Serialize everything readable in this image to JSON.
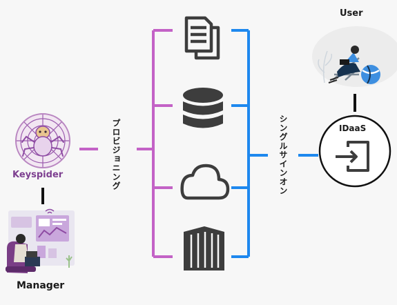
{
  "labels": {
    "user": "User",
    "idaas": "IDaaS",
    "keyspider": "Keyspider",
    "manager": "Manager",
    "provisioning": "プロビジョニング",
    "sso": "シングルサインオン"
  },
  "icons": {
    "services": [
      "documents-icon",
      "database-icon",
      "cloud-icon",
      "building-icon"
    ],
    "idaas": "sign-in-icon",
    "keyspider": "spider-web-logo",
    "user": "user-illustration",
    "manager": "manager-illustration"
  },
  "colors": {
    "provisioning": "#c362c6",
    "sso": "#1e88ee",
    "link": "#111111",
    "icon": "#3d3d3d",
    "logo": "#8e4ba3"
  }
}
